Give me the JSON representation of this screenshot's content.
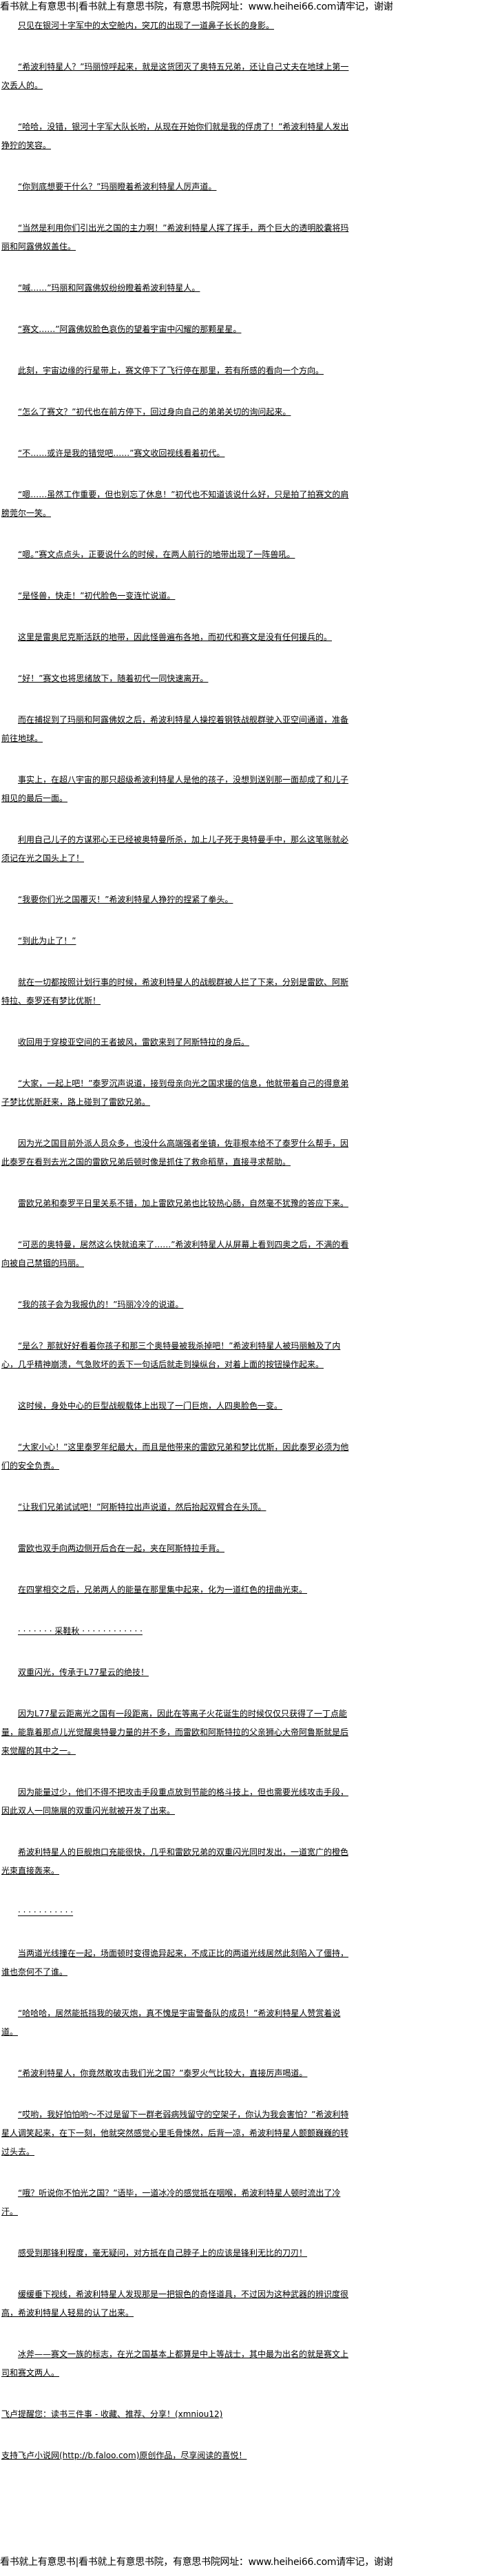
{
  "site_banner": "看书就上有意思书|看书就上有意思书院，有意思书院网址：www.heihei66.com请牢记，谢谢",
  "paragraphs": [
    "只见在银河十字军中的太空舱内，突兀的出现了一道鼻子长长的身影。",
    "“希波利特星人？”玛丽惊呼起来，就是这货团灭了奥特五兄弟，还让自己丈夫在地球上第一次丢人的。",
    "“哈哈，没错，银河十字军大队长哟，从现在开始你们就是我的俘虏了！”希波利特星人发出狰狞的笑容。",
    "“你到底想要干什么？”玛丽瞪着希波利特星人厉声道。",
    "“当然是利用你们引出光之国的主力啊！”希波利特星人挥了挥手，两个巨大的透明胶囊将玛丽和阿露佛奴盖住。",
    "“喊……”玛丽和阿露佛奴纷纷瞪着希波利特星人。",
    "“赛文……”阿露佛奴脸色哀伤的望着宇宙中闪耀的那颗星星。",
    "此刻，宇宙边缘的行星带上，赛文停下了飞行停在那里，若有所感的看向一个方向。",
    "“怎么了赛文？”初代也在前方停下，回过身向自己的弟弟关切的询问起来。",
    "“不……或许是我的错觉吧……”赛文收回视线看着初代。",
    "“嗯……虽然工作重要，但也别忘了休息！”初代也不知道该说什么好，只是拍了拍赛文的肩膀莞尔一笑。",
    "“嗯。”赛文点点头，正要说什么的时候，在两人前行的地带出现了一阵兽吼。",
    "“是怪兽，快走！”初代脸色一变连忙说道。",
    "这里是雷奥尼克斯活跃的地带，因此怪兽遍布各地，而初代和赛文是没有任何援兵的。",
    "“好！”赛文也将思绪放下，随着初代一同快速离开。",
    "而在捕捉到了玛丽和阿露佛奴之后，希波利特星人操控着钢铁战舰群驶入亚空间通道，准备前往地球。",
    "事实上，在超八宇宙的那只超级希波利特星人是他的孩子，没想到送别那一面却成了和儿子相见的最后一面。",
    "利用自己儿子的方谋邪心王已经被奥特曼所杀，加上儿子死于奥特曼手中，那么这笔账就必须记在光之国头上了！",
    "“我要你们光之国覆灭！”希波利特星人狰狞的捏紧了拳头。",
    "“到此为止了！”",
    "就在一切都按照计划行事的时候，希波利特星人的战舰群被人拦了下来，分别是雷欧、阿斯特拉、泰罗还有梦比优斯！",
    "收回用于穿梭亚空间的王者披风，雷欧来到了阿斯特拉的身后。",
    "“大家，一起上吧！”泰罗沉声说道，接到母亲向光之国求援的信息，他就带着自己的得意弟子梦比优斯赶来，路上碰到了雷欧兄弟。",
    "因为光之国目前外派人员众多，也没什么高端强者坐镇，佐菲根本给不了泰罗什么帮手，因此泰罗在看到去光之国的雷欧兄弟后顿时像是抓住了救命稻草，直接寻求帮助。",
    "雷欧兄弟和泰罗平日里关系不错，加上雷欧兄弟也比较热心肠，自然毫不犹豫的答应下来。",
    "“可恶的奥特曼，居然这么快就追来了……”希波利特星人从屏幕上看到四奥之后，不满的看向被自己禁锢的玛丽。",
    "“我的孩子会为我报仇的！”玛丽冷冷的说道。",
    "“是么？那就好好看着你孩子和那三个奥特曼被我杀掉吧！”希波利特星人被玛丽触及了内心，几乎精神崩溃，气急败坏的丢下一句话后就走到操纵台，对着上面的按钮操作起来。",
    "这时候，身处中心的巨型战舰载体上出现了一门巨炮，人四奥脸色一变。",
    "“大家小心！”这里泰罗年纪最大，而且是他带来的雷欧兄弟和梦比优斯，因此泰罗必须为他们的安全负责。",
    "“让我们兄弟试试吧！”阿斯特拉出声说道，然后抬起双臂合在头顶。",
    "雷欧也双手向两边侧开后合在一起，夹在阿斯特拉手背。",
    "在四掌相交之后，兄弟两人的能量在那里集中起来，化为一道红色的扭曲光束。",
    "· · · · · · · 采鞋秋 · · · · · · · · · · · ·",
    "双重闪光，传承于L77星云的绝技！",
    "因为L77星云距离光之国有一段距离，因此在等离子火花诞生的时候仅仅只获得了一丁点能量，能靠着那点儿光觉醒奥特曼力量的并不多，而雷欧和阿斯特拉的父亲狮心大帝阿鲁斯就是后来觉醒的其中之一。",
    "因为能量过少，他们不得不把攻击手段重点放到节能的格斗技上，但也需要光线攻击手段，因此双人一同施展的双重闪光就被开发了出来。",
    "希波利特星人的巨舰炮口充能很快，几乎和雷欧兄弟的双重闪光同时发出，一道宽广的橙色光束直接轰来。",
    "· · · · · · · · · · ·",
    "当两道光线撞在一起，场面顿时变得诡异起来，不成正比的两道光线居然此刻陷入了僵持，谁也奈何不了谁。",
    "“哈哈哈，居然能抵挡我的破灭炮，真不愧是宇宙警备队的成员！”希波利特星人赞赏着说道。",
    "“希波利特星人，你竟然敢攻击我们光之国？”泰罗火气比较大，直接厉声喝道。",
    "“哎哟，我好怕怕哟～不过是留下一群老弱病残留守的空架子，你认为我会害怕？”希波利特星人调笑起来，在下一刻，他就突然感觉心里毛骨悚然，后背一凉，希波利特星人颤颤巍巍的转过头去。",
    "“哦？听说你不怕光之国？”语毕，一道冰冷的感觉抵在咽喉，希波利特星人顿时流出了冷汗。",
    "感受到那锋利程度，毫无疑问，对方抵在自己脖子上的应该是锋利无比的刀刃！",
    "缓缓垂下视线，希波利特星人发现那是一把银色的奇怪道具，不过因为这种武器的辨识度很高，希波利特星人轻易的认了出来。",
    "冰斧——赛文一族的标志，在光之国基本上都算是中上等战士，其中最为出名的就是赛文上司和赛文两人。"
  ],
  "footer_notes": [
    "飞卢提醒您：读书三件事 - 收藏、推荐、分享！(xmniou12)",
    "支持飞卢小说网(http://b.faloo.com)原创作品，尽享阅读的喜悦！"
  ]
}
